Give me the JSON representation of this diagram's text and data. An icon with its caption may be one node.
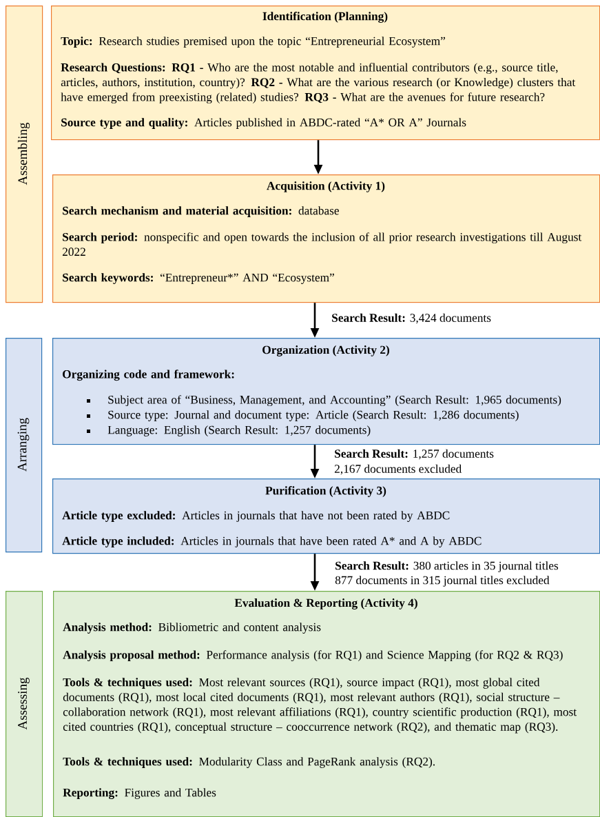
{
  "diagram": {
    "nodes": [
      {
        "text": [
          "Assembling"
        ]
      },
      {
        "text": [
          "Identification (Planning)",
          "**Topic:** Research studies premised upon the topic “Entrepreneurial Ecosystem”",
          "**Research Questions: RQ1 -** Who are the most notable and influential contributors (e.g., source title, articles, authors, institution, country)? **RQ2 -** What are the various research (or Knowledge) clusters that have emerged from preexisting (related) studies? **RQ3 -** What are the avenues for future research?",
          "**Source type and quality:** Articles published in ABDC-rated “A* OR A” Journals"
        ]
      },
      {
        "text": [
          "Acquisition (Activity 1)",
          "**Search mechanism and material acquisition:** database",
          "**Search period:** nonspecific and open towards the inclusion of all prior research investigations till August 2022",
          "**Search keywords:** “Entrepreneur*” AND “Ecosystem”"
        ]
      },
      {
        "text": [
          "Arranging"
        ]
      },
      {
        "text": [
          "Organization (Activity 2)",
          "Organizing code and framework:",
          "Subject area of “Business, Management, and Accounting” (Search Result: 1,965 documents)",
          "Source type: Journal and document type: Article (Search Result: 1,286 documents)",
          "Language: English (Search Result: 1,257 documents)"
        ]
      },
      {
        "text": [
          "Purification (Activity 3)",
          "**Article type excluded:** Articles in journals that have not been rated by ABDC",
          "**Article type included:** Articles in journals that have been rated A* and A by ABDC"
        ]
      },
      {
        "text": [
          "Assessing"
        ]
      },
      {
        "text": [
          "Evaluation & Reporting (Activity 4)",
          "**Analysis method:** Bibliometric and content analysis",
          "**Analysis proposal method:** Performance analysis (for RQ1) and Science Mapping (for RQ2 & RQ3)",
          "**Tools & techniques used:** Most relevant sources (RQ1), source impact (RQ1), most global cited documents (RQ1), most local cited documents (RQ1), most relevant authors (RQ1), social structure – collaboration network (RQ1), most relevant affiliations (RQ1), country scientific production (RQ1), most cited countries (RQ1), conceptual structure – cooccurrence network (RQ2), and thematic map (RQ3).",
          "**Tools & techniques used:** Modularity Class and PageRank analysis (RQ2).",
          "**Reporting:** Figures and Tables"
        ]
      }
    ],
    "edges": [
      {
        "from": 1,
        "to": 2,
        "arrow": "to"
      },
      {
        "from": 2,
        "to": 4,
        "arrow": "to",
        "label": "**Search Result:** 3,424 documents"
      },
      {
        "from": 4,
        "to": 5,
        "arrow": "to",
        "label": "**Search Result:** 1,257 documents"
      },
      {
        "from": 5,
        "to": 7,
        "arrow": "to",
        "label": "**Search Result:** 380 articles in 35 journal titles"
      }
    ],
    "labels": [
      "2,167 documents excluded",
      "877 documents in 315 journal titles excluded"
    ]
  }
}
